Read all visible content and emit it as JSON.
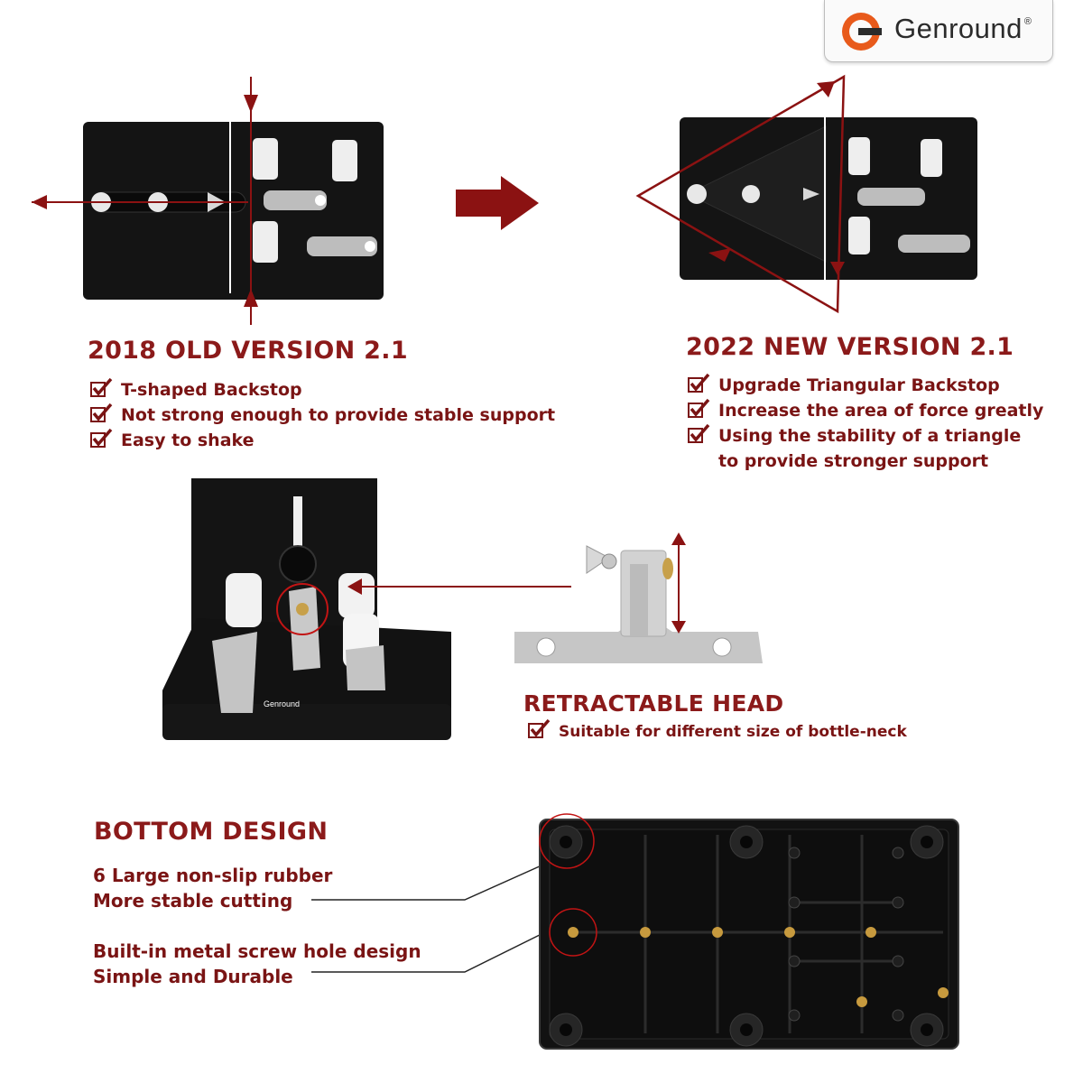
{
  "brand": {
    "name": "Genround",
    "registered": "®",
    "accent": "#e85a1b"
  },
  "old_version": {
    "title": "2018 OLD VERSION 2.1",
    "bullets": [
      "T-shaped Backstop",
      "Not strong enough to provide stable support",
      "Easy to shake"
    ]
  },
  "new_version": {
    "title": "2022 NEW VERSION 2.1",
    "bullets": [
      "Upgrade Triangular Backstop",
      "Increase the area of force greatly",
      "Using the stability of a triangle",
      "to provide stronger support"
    ]
  },
  "retractable": {
    "title": "RETRACTABLE HEAD",
    "bullets": [
      "Suitable for different size of bottle-neck"
    ]
  },
  "bottom": {
    "title": "BOTTOM DESIGN",
    "feature1": [
      "6 Large non-slip rubber",
      "More stable cutting"
    ],
    "feature2": [
      "Built-in metal screw hole design",
      "Simple and Durable"
    ]
  },
  "board_label": "Genround",
  "colors": {
    "heading": "#8b1a1a",
    "arrow": "#8b1212",
    "board": "#141414",
    "metal": "#c9c9c9"
  },
  "icons": [
    "check-icon",
    "right-arrow-icon",
    "logo-icon"
  ]
}
